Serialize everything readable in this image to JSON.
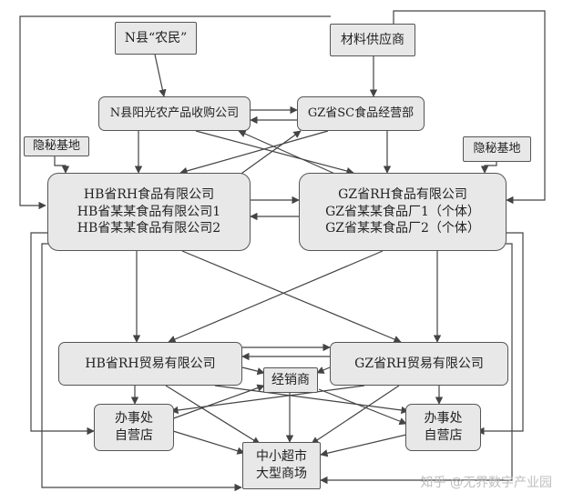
{
  "nodes": {
    "n_farmers": "N县“农民”",
    "supplier": "材料供应商",
    "n_purchase": "N县阳光农产品收购公司",
    "gz_sc": "GZ省SC食品经营部",
    "hidden_left": "隐秘基地",
    "hidden_right": "隐秘基地",
    "hb_group": [
      "HB省RH食品有限公司",
      "HB省某某食品有限公司1",
      "HB省某某食品有限公司2"
    ],
    "gz_group": [
      "GZ省RH食品有限公司",
      "GZ省某某食品厂1（个体）",
      "GZ省某某食品厂2（个体）"
    ],
    "hb_trade": "HB省RH贸易有限公司",
    "gz_trade": "GZ省RH贸易有限公司",
    "distributor": "经销商",
    "office_left": [
      "办事处",
      "自营店"
    ],
    "office_right": [
      "办事处",
      "自营店"
    ],
    "mall": [
      "中小超市",
      "大型商场"
    ]
  },
  "watermark": "知乎 @无界数字产业园"
}
